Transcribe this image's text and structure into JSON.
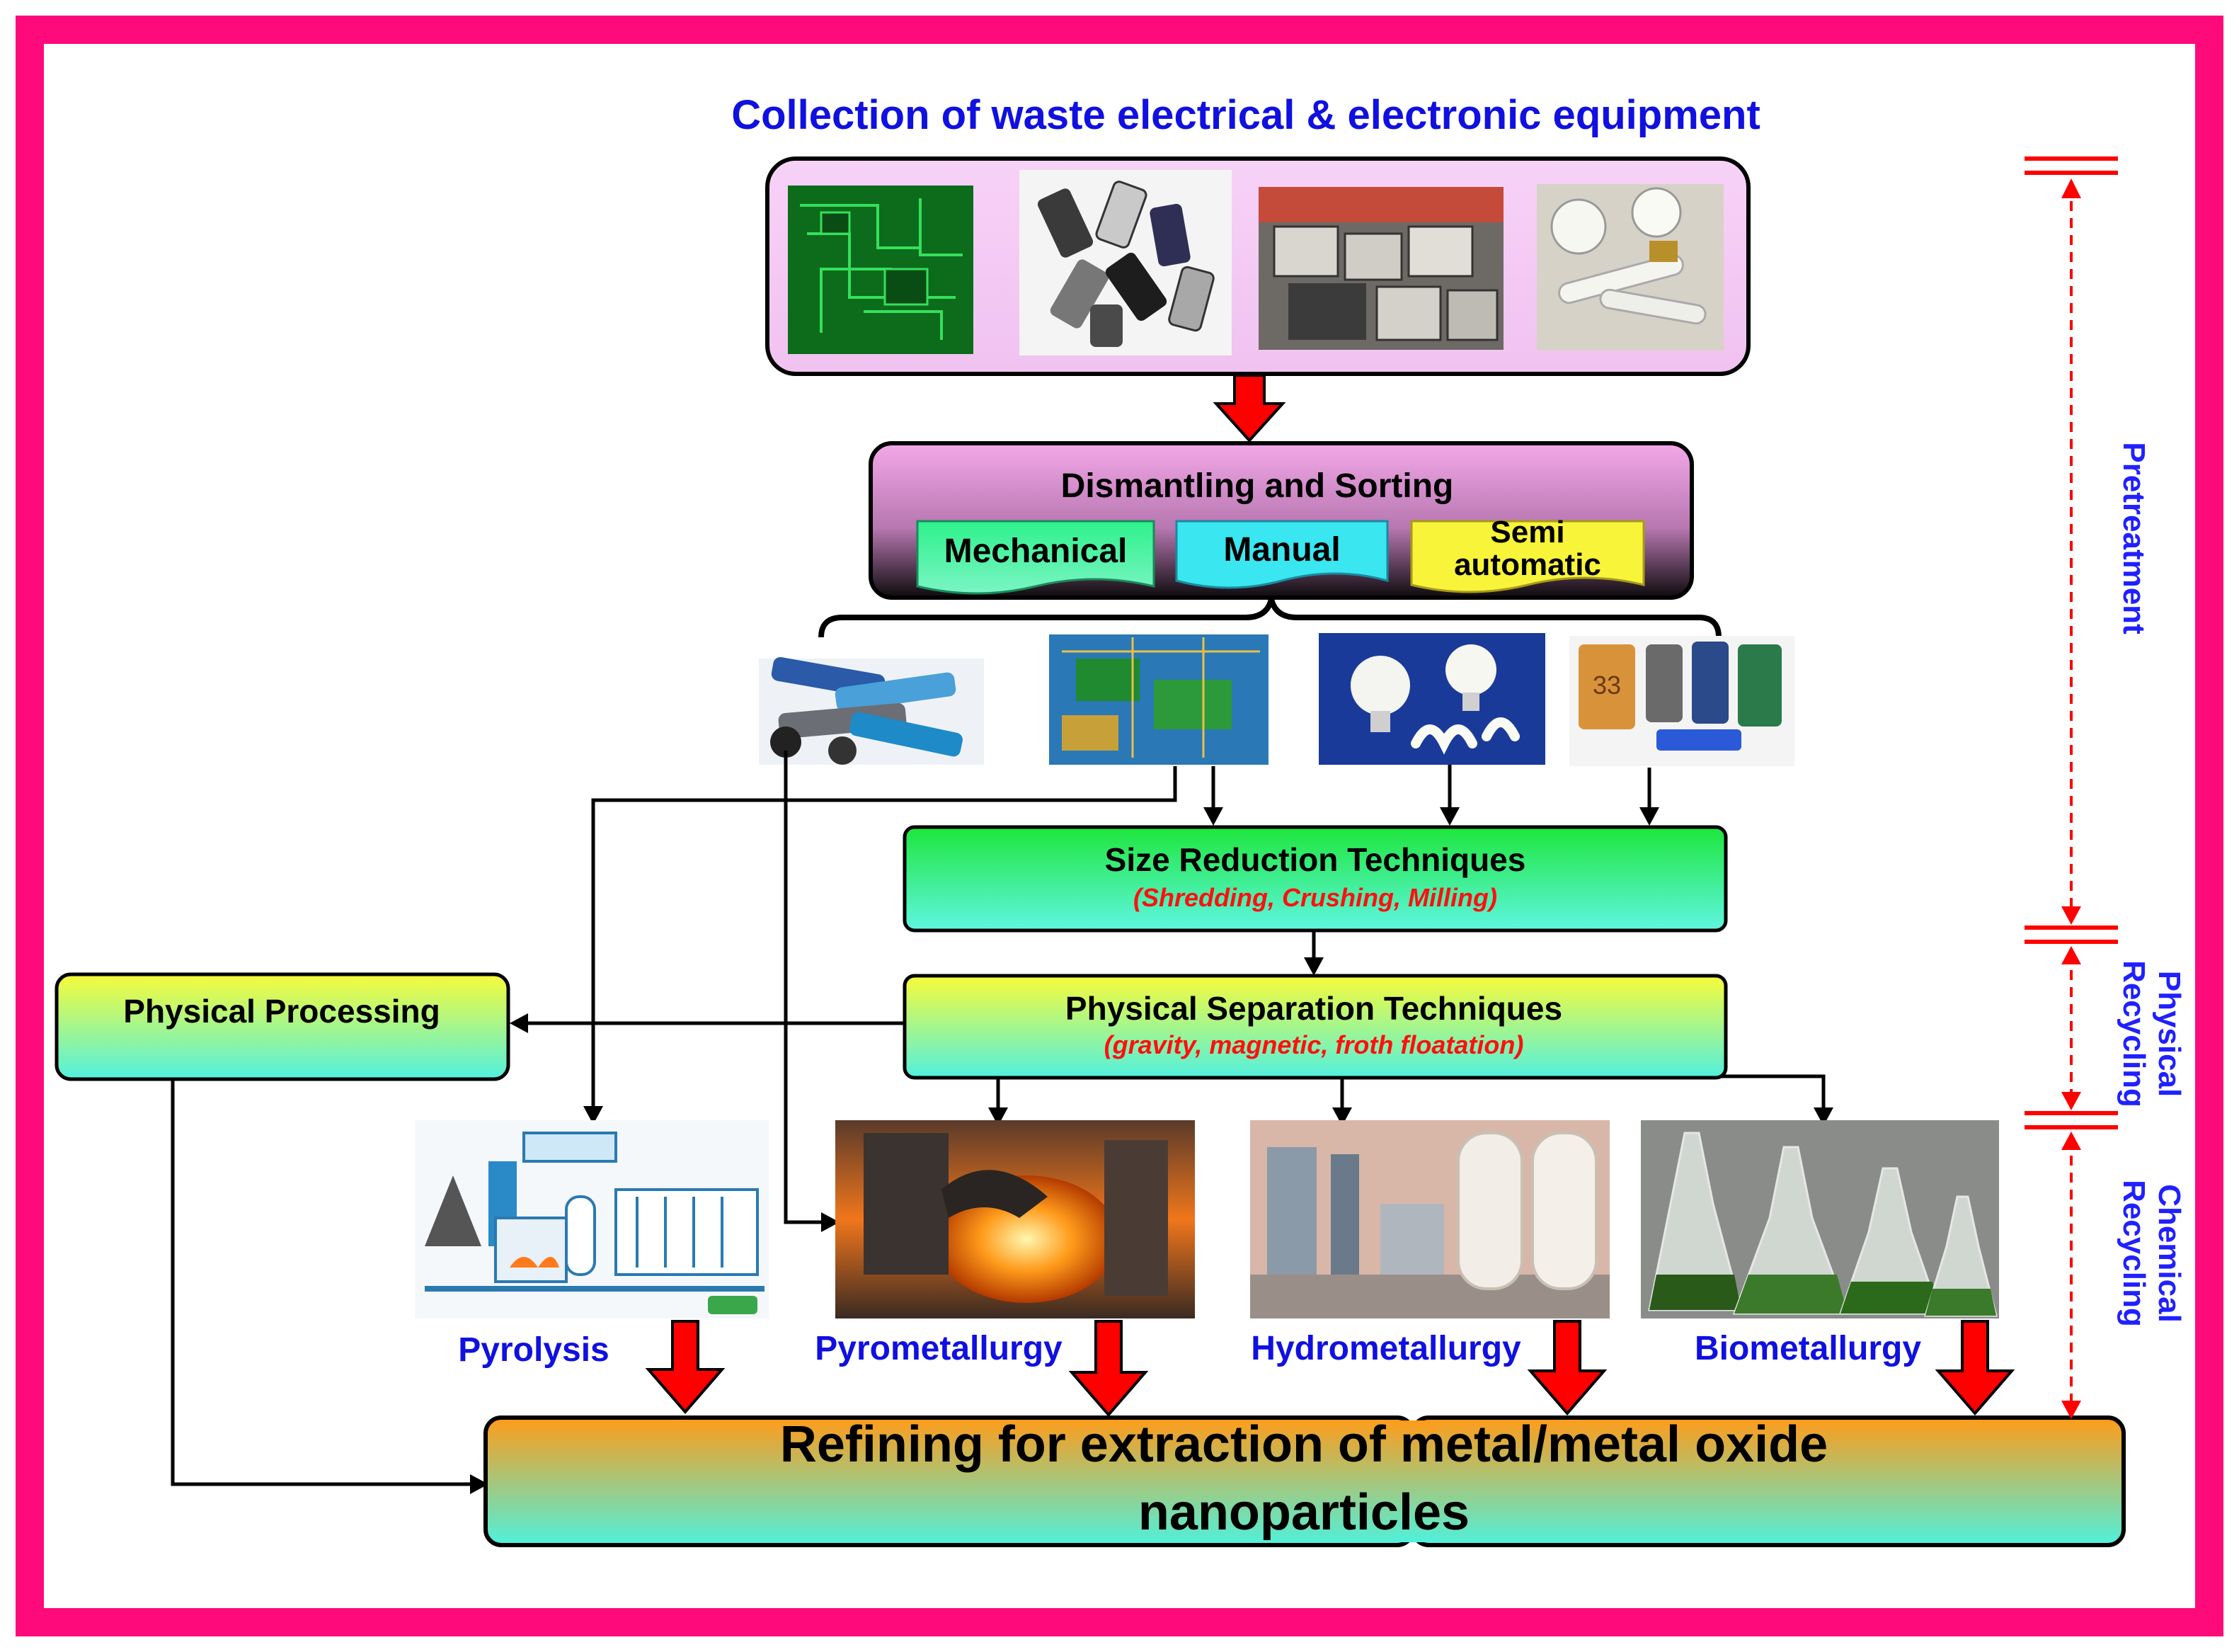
{
  "title": "Collection of waste electrical & electronic equipment",
  "dismantling": {
    "title": "Dismantling and Sorting",
    "options": [
      "Mechanical",
      "Manual",
      "Semi automatic"
    ]
  },
  "size_reduction": {
    "title": "Size Reduction Techniques",
    "subtitle": "(Shredding, Crushing, Milling)"
  },
  "physical_separation": {
    "title": "Physical Separation Techniques",
    "subtitle": "(gravity, magnetic, froth floatation)"
  },
  "physical_processing": "Physical Processing",
  "processes": [
    "Pyrolysis",
    "Pyrometallurgy",
    "Hydrometallurgy",
    "Biometallurgy"
  ],
  "refining": {
    "line1": "Refining for extraction of metal/metal oxide",
    "line2": "nanoparticles"
  },
  "stages": {
    "pretreatment": "Pretreatment",
    "physical_recycling": [
      "Physical",
      "Recycling"
    ],
    "chemical_recycling": [
      "Chemical",
      "Recycling"
    ]
  },
  "colors": {
    "frame": "#ff0a7a",
    "label_blue": "#1010e0",
    "subtitle_red": "#ff1010",
    "arrow_red": "#ff0000",
    "stage_red": "#ff0000",
    "stage_blue": "#2020ff"
  },
  "icons": {
    "ewaste_photos": [
      "circuit-board-photo",
      "mobile-phones-photo",
      "computers-photo",
      "lamps-photo"
    ],
    "sorted_photos": [
      "batteries-photo",
      "pcb-photo",
      "bulbs-photo",
      "capacitors-photo"
    ],
    "process_photos": [
      "pyrolysis-plant-diagram",
      "furnace-photo",
      "tanks-photo",
      "flasks-photo"
    ]
  }
}
